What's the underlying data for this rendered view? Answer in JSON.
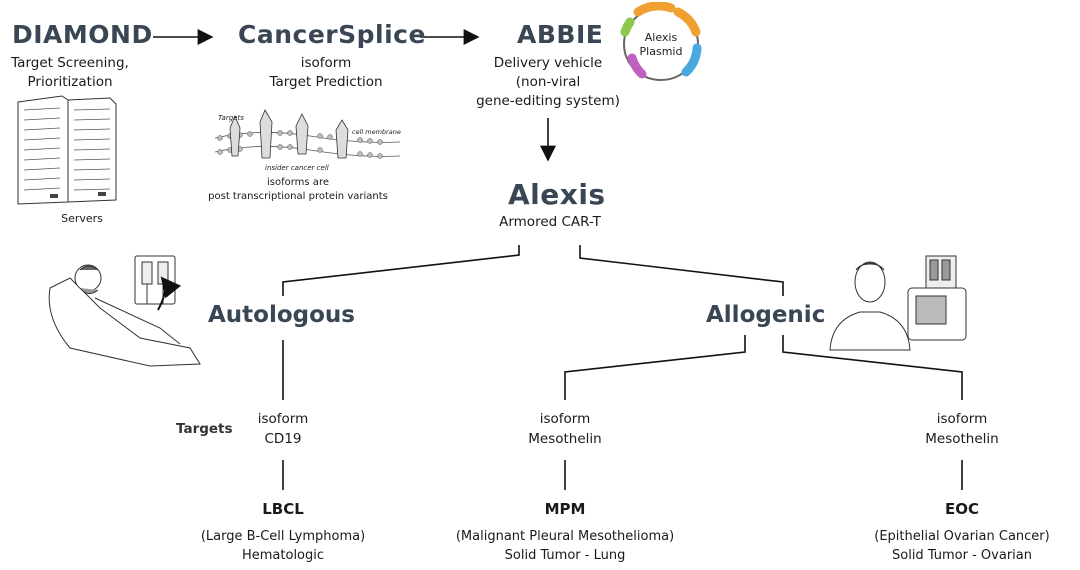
{
  "pipeline": {
    "diamond": {
      "title": "DIAMOND",
      "line1": "Target Screening,",
      "line2": "Prioritization",
      "servers_label": "Servers"
    },
    "cancersplice": {
      "title": "CancerSplice",
      "line1": "isoform",
      "line2": "Target Prediction",
      "illus_targets": "Targets",
      "illus_membrane": "cell membrane",
      "illus_insider": "insider cancer cell",
      "note1": "isoforms are",
      "note2": "post transcriptional protein variants"
    },
    "abbie": {
      "title": "ABBIE",
      "line1": "Delivery vehicle",
      "line2": "(non-viral",
      "line3": "gene-editing system)",
      "plasmid1": "Alexis",
      "plasmid2": "Plasmid"
    },
    "alexis": {
      "title": "Alexis",
      "subtitle": "Armored CAR-T"
    }
  },
  "branches": {
    "autologous": "Autologous",
    "allogenic": "Allogenic"
  },
  "targets_label": "Targets",
  "targets": [
    {
      "line1": "isoform",
      "line2": "CD19",
      "disease": "LBCL",
      "desc1": "(Large B-Cell Lymphoma)",
      "desc2": "Hematologic"
    },
    {
      "line1": "isoform",
      "line2": "Mesothelin",
      "disease": "MPM",
      "desc1": "(Malignant Pleural Mesothelioma)",
      "desc2": "Solid Tumor - Lung"
    },
    {
      "line1": "isoform",
      "line2": "Mesothelin",
      "disease": "EOC",
      "desc1": "(Epithelial Ovarian Cancer)",
      "desc2": "Solid Tumor - Ovarian"
    }
  ],
  "colors": {
    "title": "#3a4654",
    "plasmid_orange": "#f0a030",
    "plasmid_blue": "#4aa8e0",
    "plasmid_purple": "#c060c0",
    "plasmid_green": "#8cc84a"
  }
}
